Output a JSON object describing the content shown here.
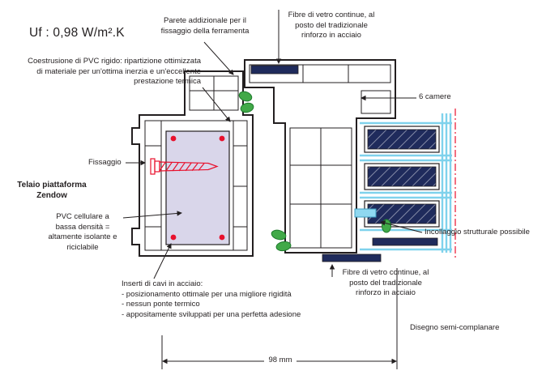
{
  "labels": {
    "uf": "Uf : 0,98 W/m².K",
    "parete": "Parete addizionale per il fissaggio della ferramenta",
    "fibre_top": "Fibre di vetro continue, al posto del tradizionale rinforzo in acciaio",
    "camere": "6 camere",
    "coestrusione": "Coestrusione di PVC rigido: ripartizione ottimizzata di materiale per un'ottima inerzia e un'eccellente prestazione termica",
    "fissaggio": "Fissaggio",
    "telaio": "Telaio piattaforma Zendow",
    "pvc_cellulare": "PVC cellulare a bassa densità = altamente isolante e riciclabile",
    "inserti_title": "Inserti di cavi in acciaio:",
    "inserti_items": [
      "- posizionamento ottimale per una migliore rigidità",
      "- nessun ponte termico",
      "- appositamente sviluppati per una perfetta adesione"
    ],
    "incollaggio": "Incollaggio strutturale possibile",
    "fibre_bottom": "Fibre di vetro continue, al posto del tradizionale rinforzo in acciaio",
    "disegno": "Disegno semi-complanare",
    "dimension": "98 mm"
  },
  "colors": {
    "line": "#231f20",
    "navy": "#1f2b5c",
    "green": "#41a948",
    "green-dark": "#1d7a2c",
    "foam": "#d9d6ea",
    "red": "#e8112d",
    "cyan": "#7fd2ec",
    "glue": "#8fd8f0"
  }
}
